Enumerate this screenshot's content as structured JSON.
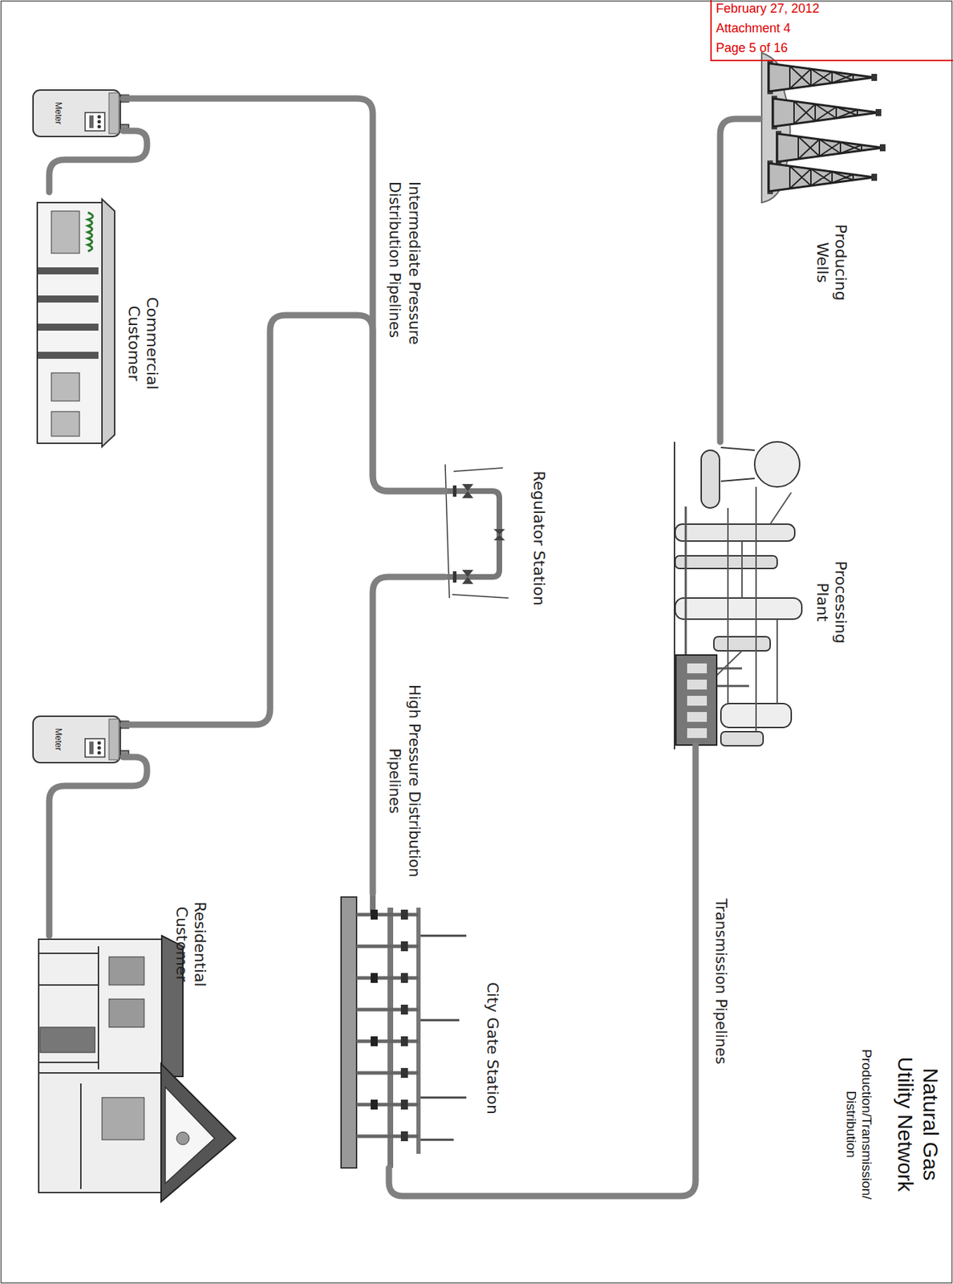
{
  "diagram": {
    "title": "Natural Gas Utility Network",
    "nodes": [
      {
        "text": [
          "Producing Wells"
        ]
      },
      {
        "text": [
          "Processing Plant"
        ]
      },
      {
        "text": [
          "City Gate Station"
        ]
      },
      {
        "text": [
          "Regulator Station"
        ]
      },
      {
        "text": [
          "Meter"
        ]
      },
      {
        "text": [
          "Commercial Customer"
        ]
      },
      {
        "text": [
          "Meter"
        ]
      },
      {
        "text": [
          "Residential Customer"
        ]
      },
      {
        "text": [
          "February 27, 2012",
          "Attachment 4",
          "Page 5 of 16"
        ]
      }
    ],
    "edges": [
      {
        "from": 0,
        "to": 1,
        "arrow": "none"
      },
      {
        "from": 1,
        "to": 2,
        "label": "Transmission Pipelines",
        "arrow": "none"
      },
      {
        "from": 2,
        "to": 3,
        "label": "High Pressure Distribution Pipelines",
        "arrow": "none"
      },
      {
        "from": 3,
        "to": 4,
        "label": "Intermediate Pressure Distribution Pipelines",
        "arrow": "none"
      },
      {
        "from": 3,
        "to": 6,
        "arrow": "none"
      },
      {
        "from": 4,
        "to": 5,
        "arrow": "none"
      },
      {
        "from": 6,
        "to": 7,
        "arrow": "none"
      }
    ],
    "labels": [
      "Production/Transmission/ Distribution"
    ]
  }
}
